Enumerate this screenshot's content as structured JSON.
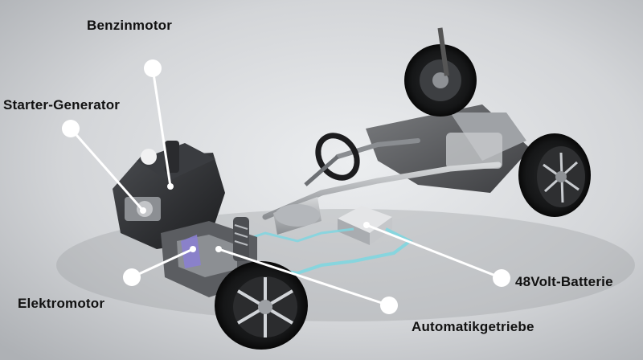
{
  "labels": {
    "benzinmotor": "Benzinmotor",
    "starter_generator": "Starter-Generator",
    "elektromotor": "Elektromotor",
    "batterie": "48Volt-Batterie",
    "automatikgetriebe": "Automatikgetriebe"
  },
  "colors": {
    "background": "#cfd1d4",
    "marker": "#ffffff",
    "leader_line": "#ffffff",
    "cable_highlight": "#7fd6e0",
    "electric_motor_highlight": "#8a7fd0",
    "label_text": "#111111"
  }
}
